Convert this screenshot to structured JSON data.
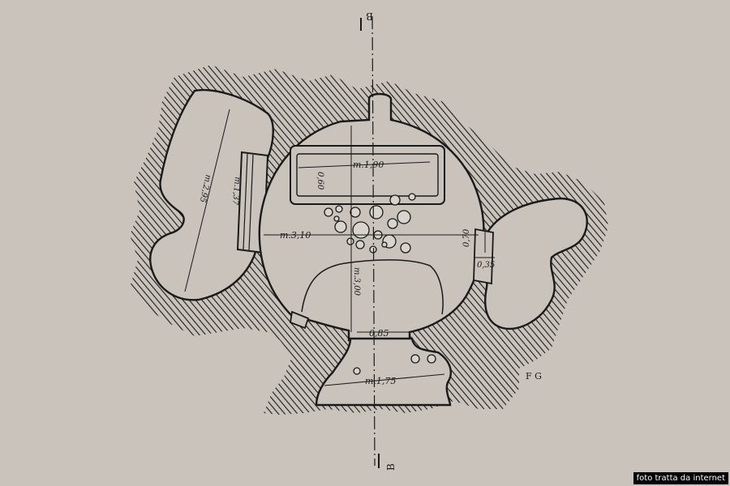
{
  "diagram": {
    "section_top": "B",
    "section_bottom": "B",
    "initials": "F G",
    "dimensions": {
      "left_chamber_length": "m.2,95",
      "passage_length": "m.1,37",
      "bench_length": "m.1,90",
      "bench_width": "0,60",
      "main_width": "m.3,10",
      "main_depth": "m.3,00",
      "right_opening_a": "0,70",
      "right_opening_b": "0,35",
      "entrance_width": "0,85",
      "vestibule_width": "m.1,75"
    }
  },
  "credit": "foto tratta da internet"
}
